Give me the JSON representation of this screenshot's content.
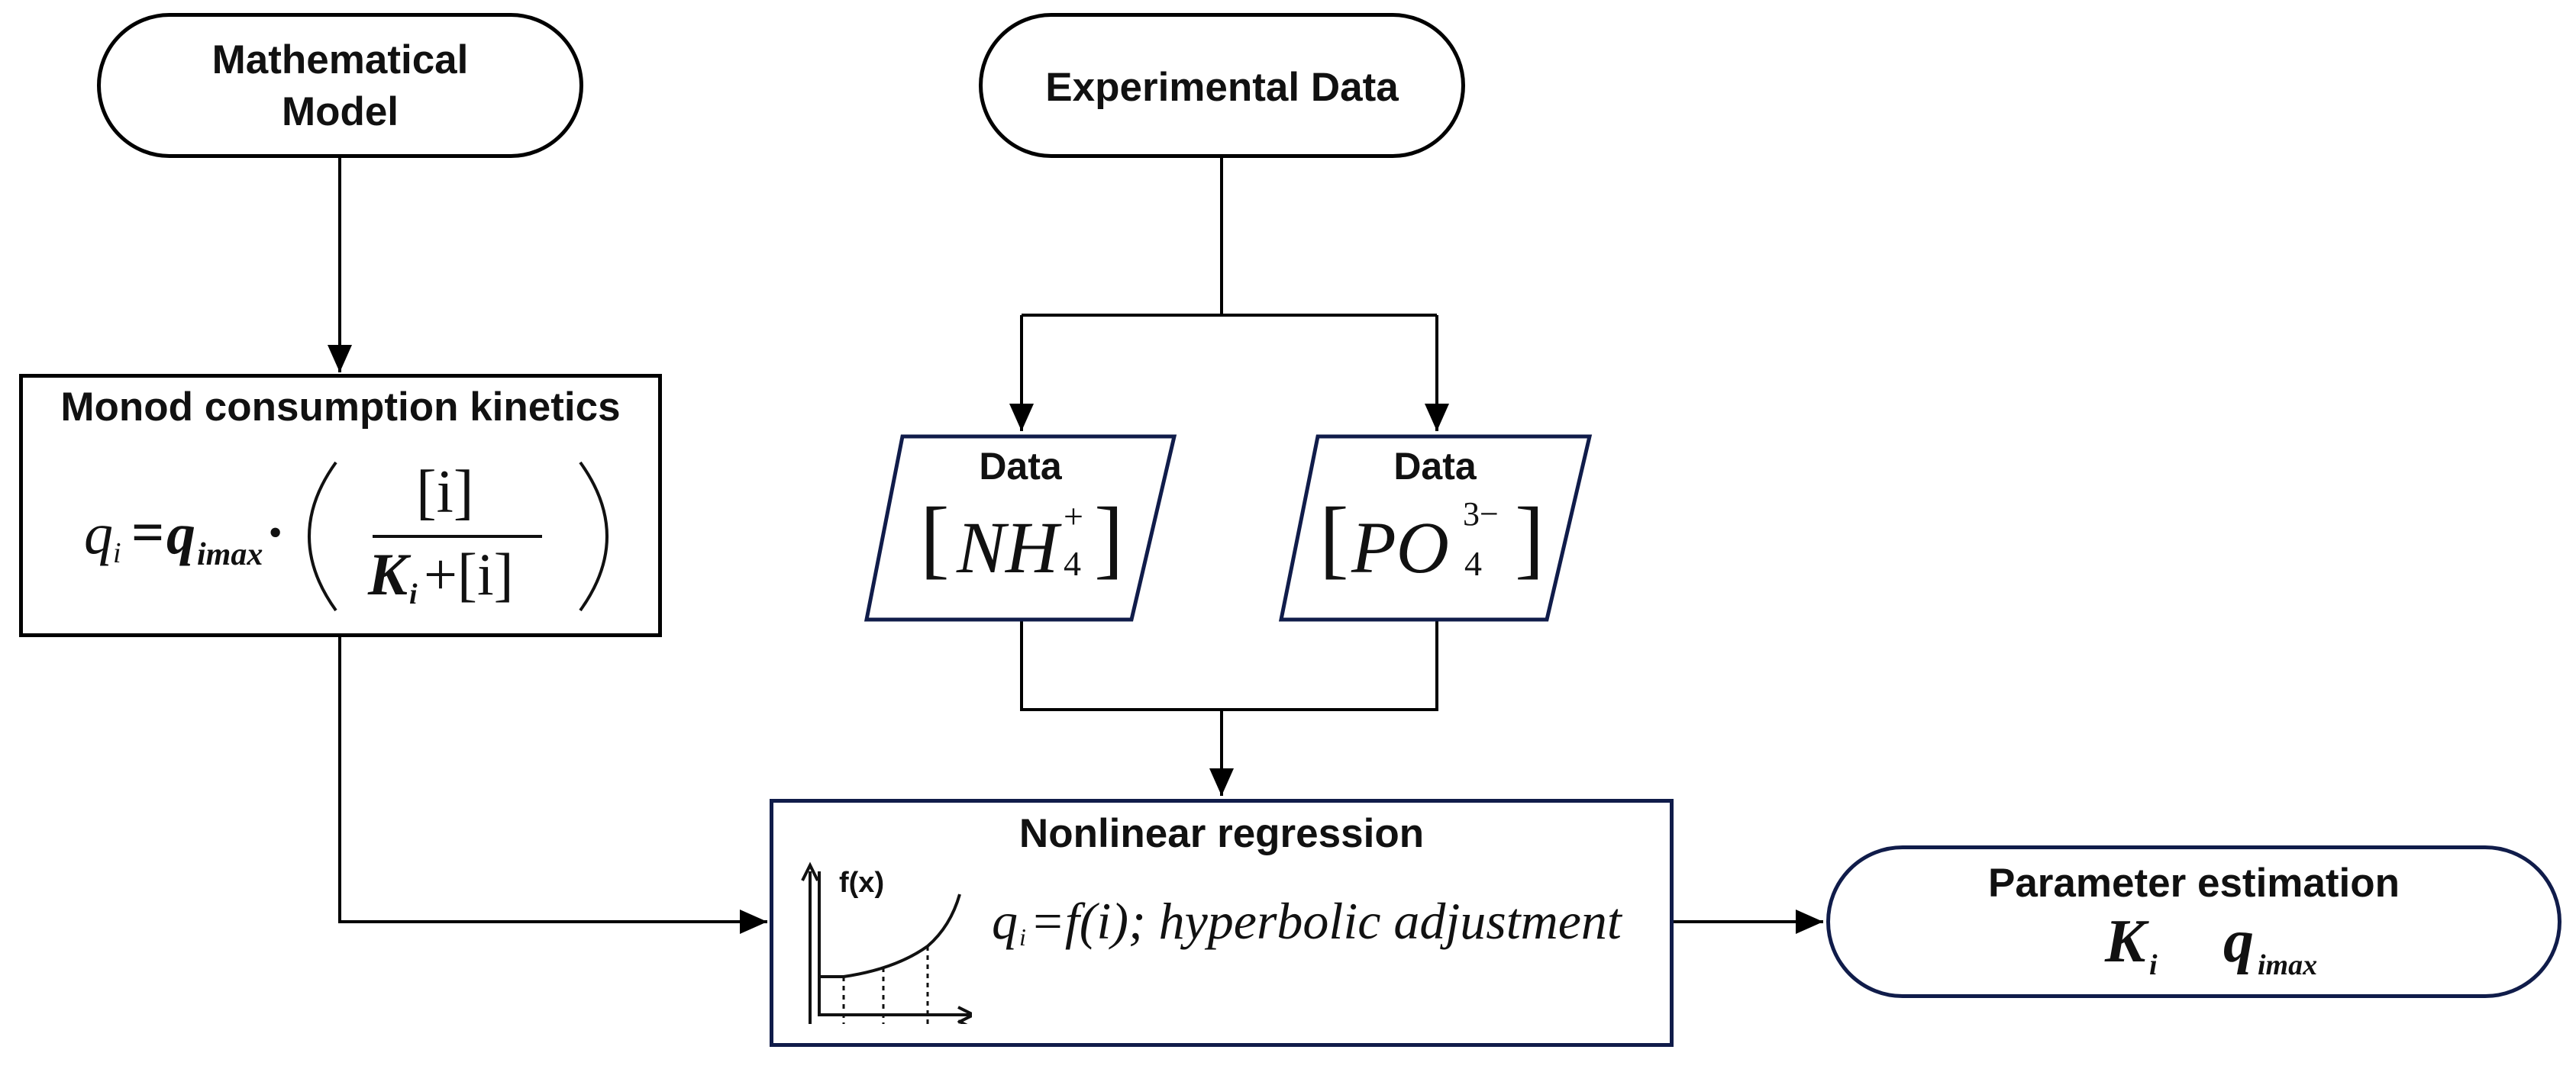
{
  "colors": {
    "line": "#000000",
    "navy_border": "#101c4a",
    "text": "#111111"
  },
  "nodes": {
    "math_model": {
      "line1": "Mathematical",
      "line2": "Model"
    },
    "experimental": {
      "label": "Experimental Data"
    },
    "monod": {
      "title": "Monod consumption kinetics",
      "q": "q",
      "sub_i": "i",
      "eq": "=",
      "qmax": "q",
      "sub_imax": "imax",
      "dot": "·",
      "num": "[i]",
      "den_K": "K",
      "den_i": "i",
      "den_rest": "+[i]"
    },
    "data_nh4": {
      "title": "Data",
      "open": "[",
      "species": "NH",
      "sup": "+",
      "sub": "4",
      "close": "]"
    },
    "data_po4": {
      "title": "Data",
      "open": "[",
      "species": "PO",
      "sup": "3−",
      "sub": "4",
      "close": "]"
    },
    "regression": {
      "title": "Nonlinear regression",
      "icon_label": "f(x)",
      "q": "q",
      "sub_i": "i",
      "formula": "=f(i); hyperbolic adjustment"
    },
    "parameter": {
      "title": "Parameter estimation",
      "K": "K",
      "K_sub": "i",
      "q": "q",
      "q_sub": "imax"
    }
  }
}
